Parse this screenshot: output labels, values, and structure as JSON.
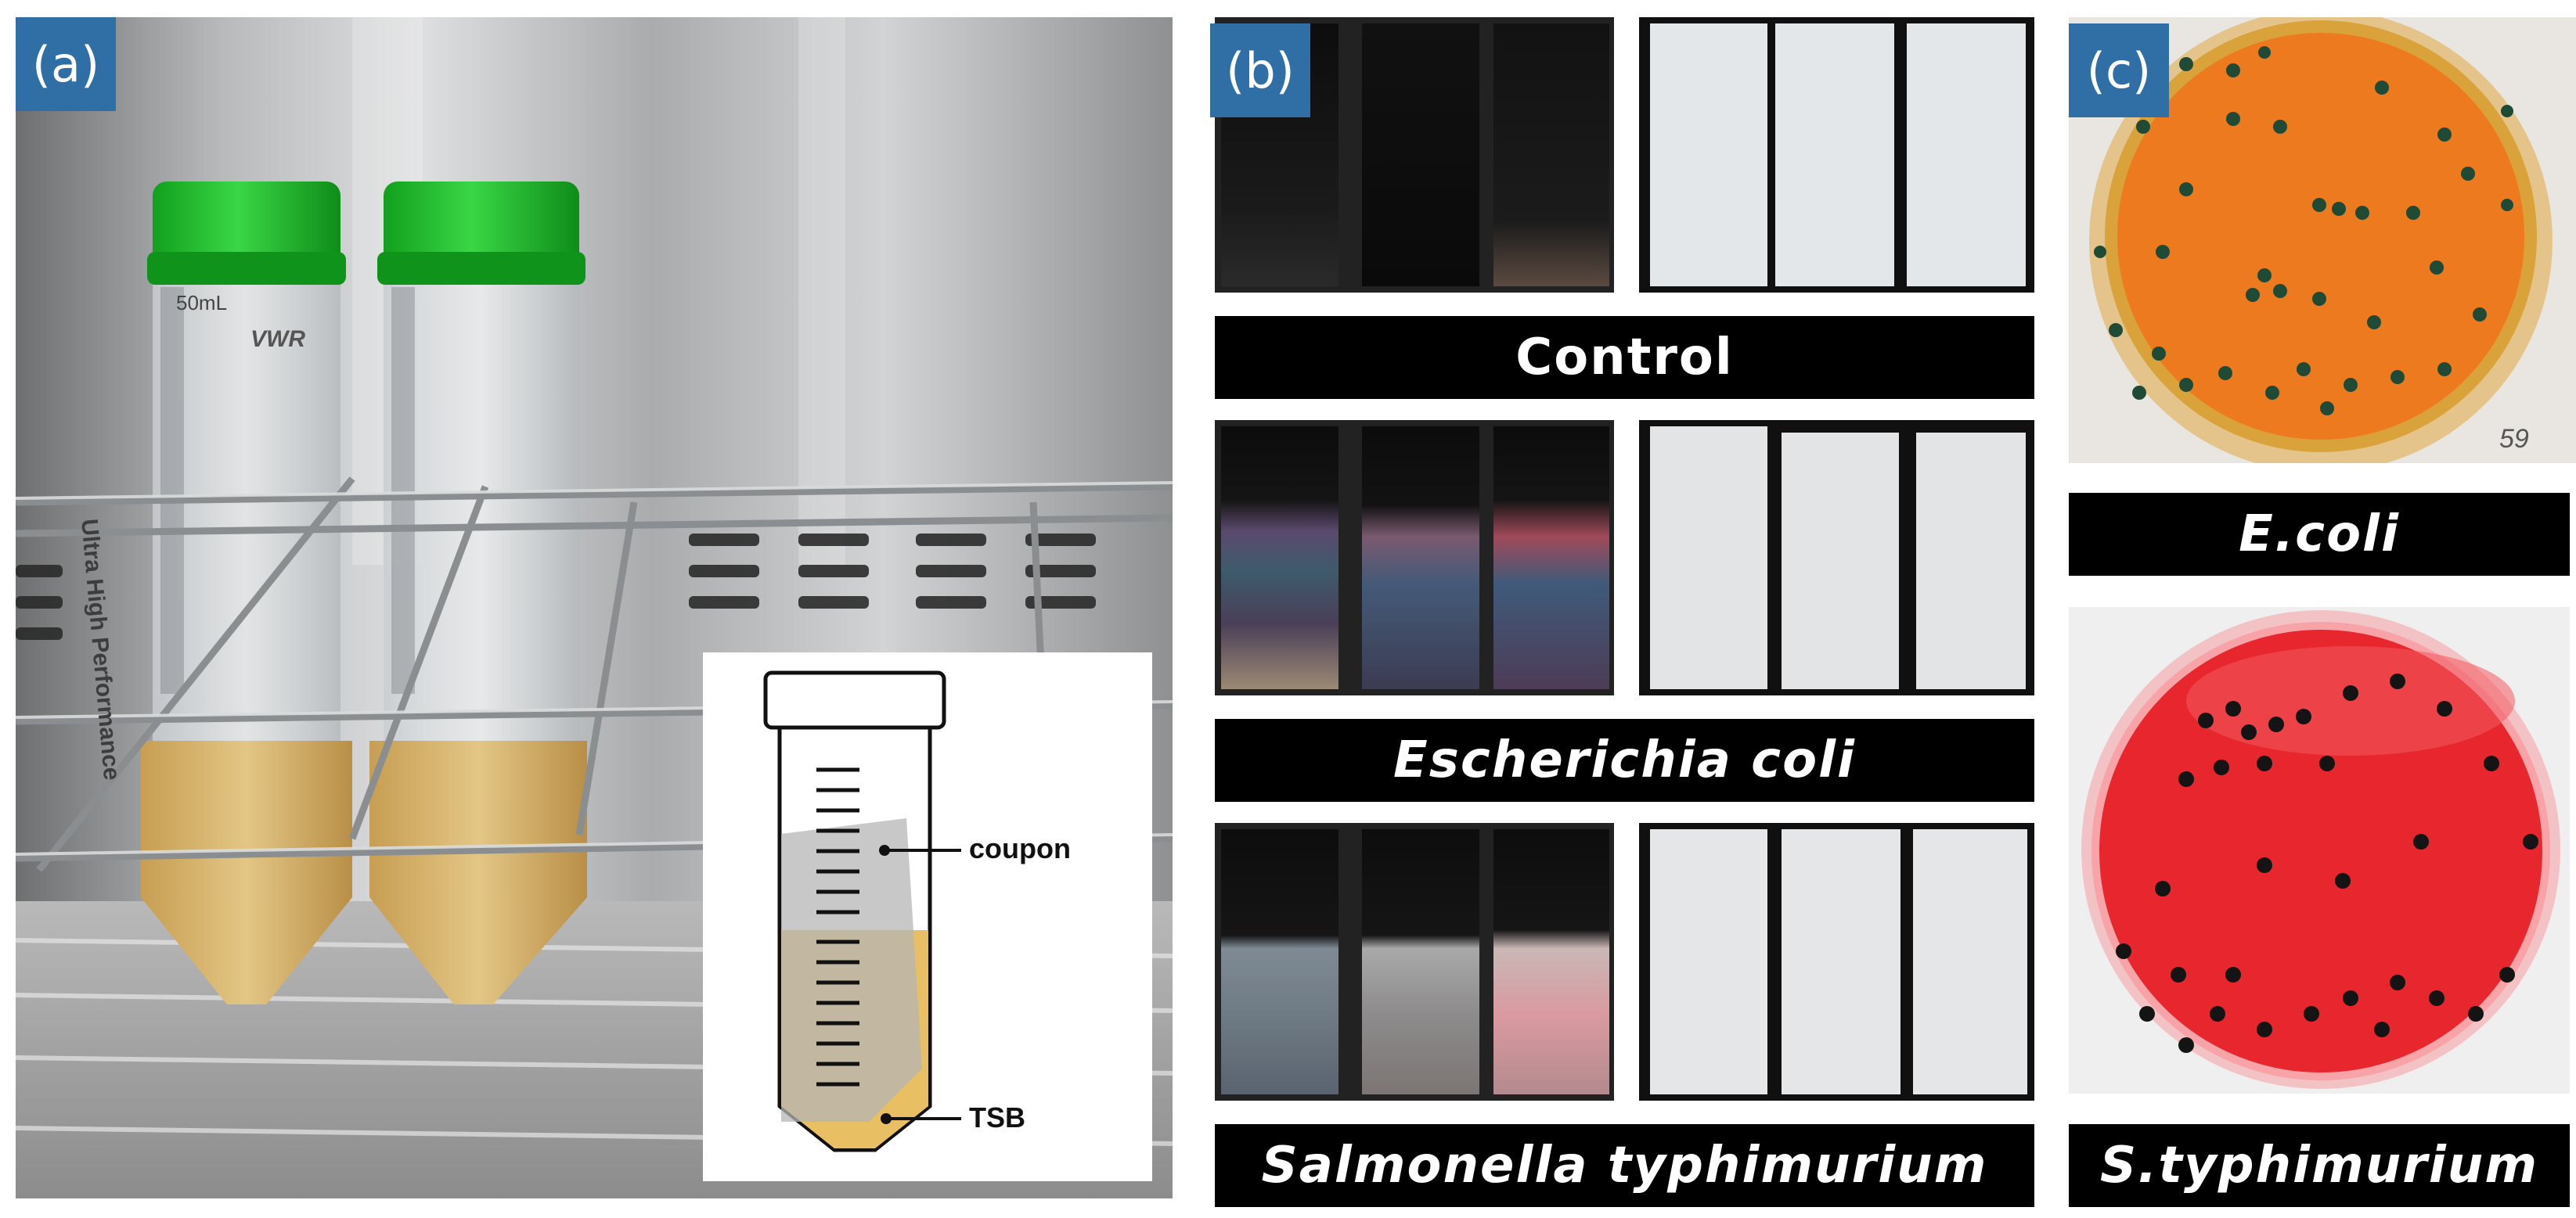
{
  "panels": {
    "a": {
      "tag": "(a)",
      "tube_print": [
        "50mL",
        "VWR",
        "Ultra High Performance"
      ],
      "inset": {
        "label_coupon": "coupon",
        "label_tsb": "TSB"
      }
    },
    "b": {
      "tag": "(b)",
      "rows": [
        {
          "label": "Control",
          "italic": false
        },
        {
          "label": "Escherichia coli",
          "italic": true
        },
        {
          "label": "Salmonella typhimurium",
          "italic": true
        }
      ]
    },
    "c": {
      "tag": "(c)",
      "plates": [
        {
          "label": "E.coli",
          "agar_color": "#ee7a1f",
          "colony_color": "#1f4a36",
          "plate_mark": "59"
        },
        {
          "label": "S.typhimurium",
          "agar_color": "#e8262e",
          "colony_color": "#141414"
        }
      ]
    }
  },
  "colors": {
    "tag_bg": "#2f6fa6",
    "bar_bg": "#000000",
    "cap": "#1fbf2a",
    "broth": "#d9b56a",
    "inset_liquid": "#e8c063"
  }
}
